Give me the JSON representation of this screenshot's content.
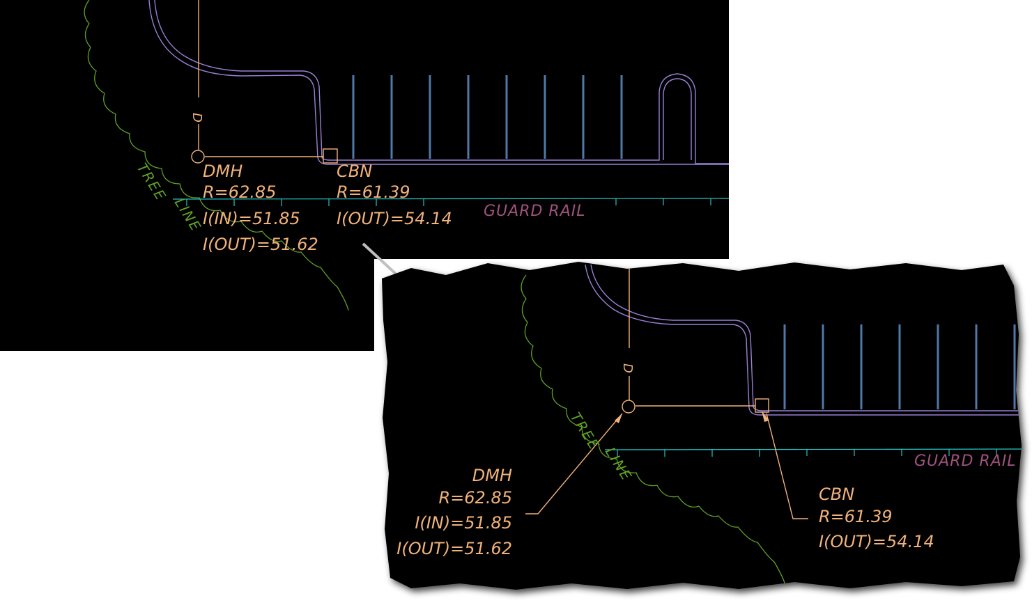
{
  "colors": {
    "background": "#000000",
    "annotation": "#f2b27a",
    "tree_line": "#5fa126",
    "curb": "#9a7fd6",
    "stall_lines": "#4f79a8",
    "guard_rail": "#22c7c7",
    "guard_rail_label": "#a0527e",
    "arrow": "#bfbfbf"
  },
  "before_view": {
    "tree_line_label_1": "TREE",
    "tree_line_label_2": "LINE",
    "guard_rail_label": "GUARD RAIL",
    "drain_symbol": "D",
    "dmh": {
      "name": "DMH",
      "rim": "R=62.85",
      "inv_in": "I(IN)=51.85",
      "inv_out": "I(OUT)=51.62"
    },
    "cbn": {
      "name": "CBN",
      "rim": "R=61.39",
      "inv_out": "I(OUT)=54.14"
    }
  },
  "after_view": {
    "tree_line_label_1": "TREE",
    "tree_line_label_2": "LINE",
    "guard_rail_label": "GUARD RAIL",
    "drain_symbol": "D",
    "dmh": {
      "name": "DMH",
      "rim": "R=62.85",
      "inv_in": "I(IN)=51.85",
      "inv_out": "I(OUT)=51.62"
    },
    "cbn": {
      "name": "CBN",
      "rim": "R=61.39",
      "inv_out": "I(OUT)=54.14"
    }
  },
  "transition_arrow_icon": "arrow-down-right-icon"
}
